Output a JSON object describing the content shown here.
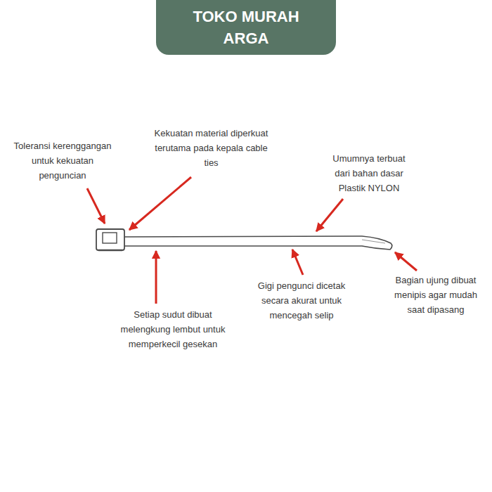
{
  "diagram": {
    "nodes": [
      {
        "text": [
          "TOKO MURAH ARGA"
        ]
      }
    ],
    "labels": [
      "Toleransi kerenggangan untuk kekuatan penguncian",
      "Kekuatan material diperkuat terutama pada kepala cable ties",
      "Umumnya terbuat dari bahan dasar Plastik NYLON",
      "Setiap sudut dibuat melengkung lembut untuk memperkecil gesekan",
      "Gigi pengunci dicetak secara akurat untuk mencegah selip",
      "Bagian ujung dibuat menipis agar mudah saat dipasang"
    ]
  }
}
